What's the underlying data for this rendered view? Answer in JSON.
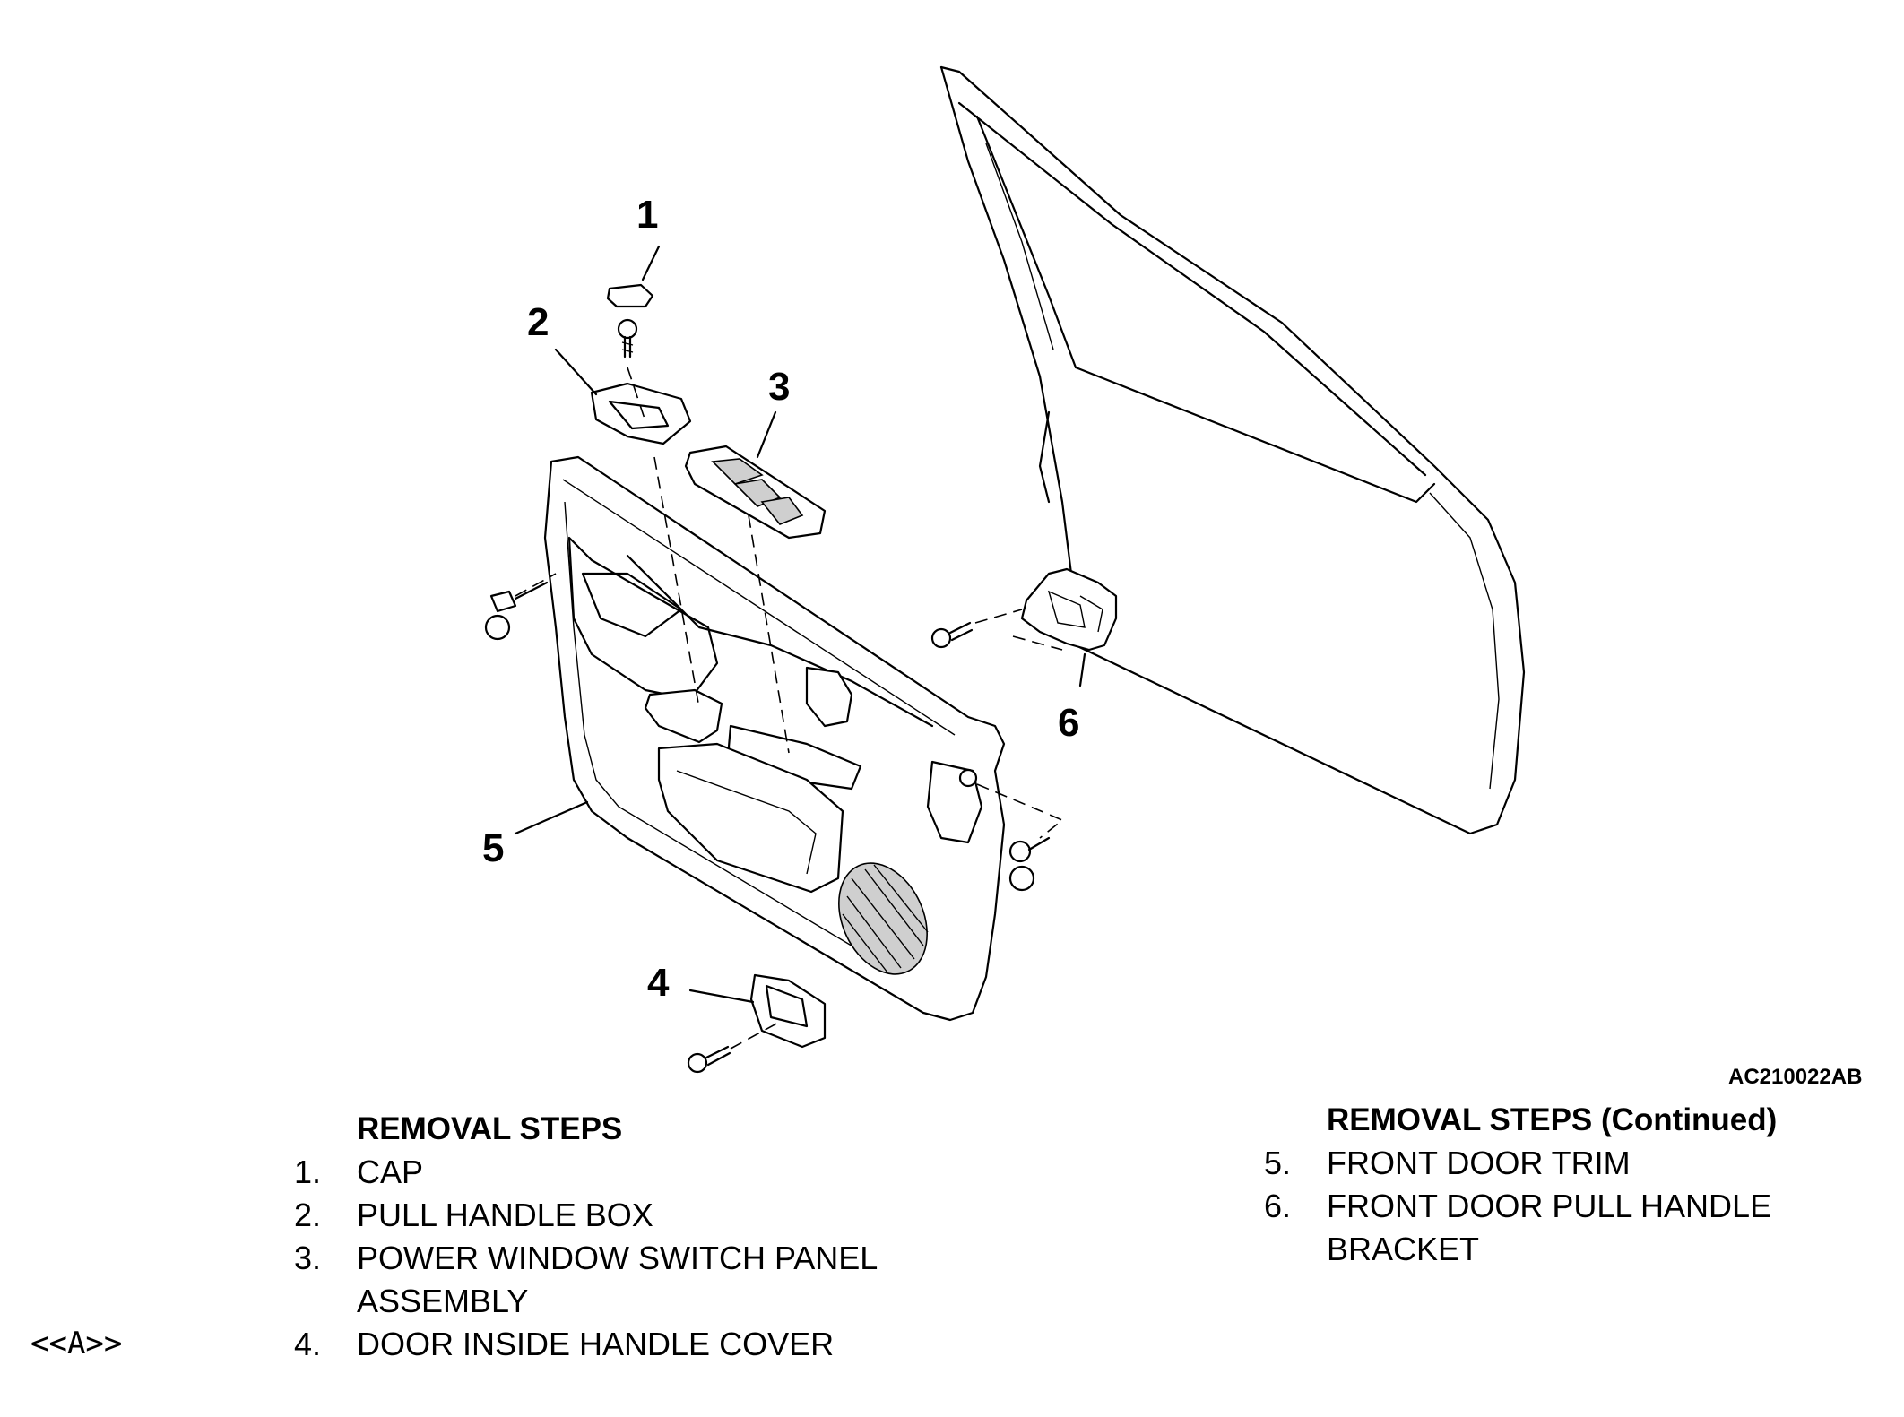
{
  "figure_id": "AC210022AB",
  "callouts": [
    "1",
    "2",
    "3",
    "4",
    "5",
    "6"
  ],
  "steps_left": {
    "heading": "REMOVAL STEPS",
    "items": [
      {
        "num": "1.",
        "lines": [
          "CAP"
        ]
      },
      {
        "num": "2.",
        "lines": [
          "PULL HANDLE BOX"
        ]
      },
      {
        "num": "3.",
        "lines": [
          "POWER WINDOW SWITCH PANEL",
          "ASSEMBLY"
        ]
      },
      {
        "num": "4.",
        "lines": [
          "DOOR INSIDE HANDLE COVER"
        ],
        "mark": "<<A>>"
      }
    ]
  },
  "steps_right": {
    "heading": "REMOVAL STEPS (Continued)",
    "items": [
      {
        "num": "5.",
        "lines": [
          "FRONT DOOR TRIM"
        ]
      },
      {
        "num": "6.",
        "lines": [
          "FRONT DOOR PULL HANDLE",
          "BRACKET"
        ]
      }
    ]
  }
}
